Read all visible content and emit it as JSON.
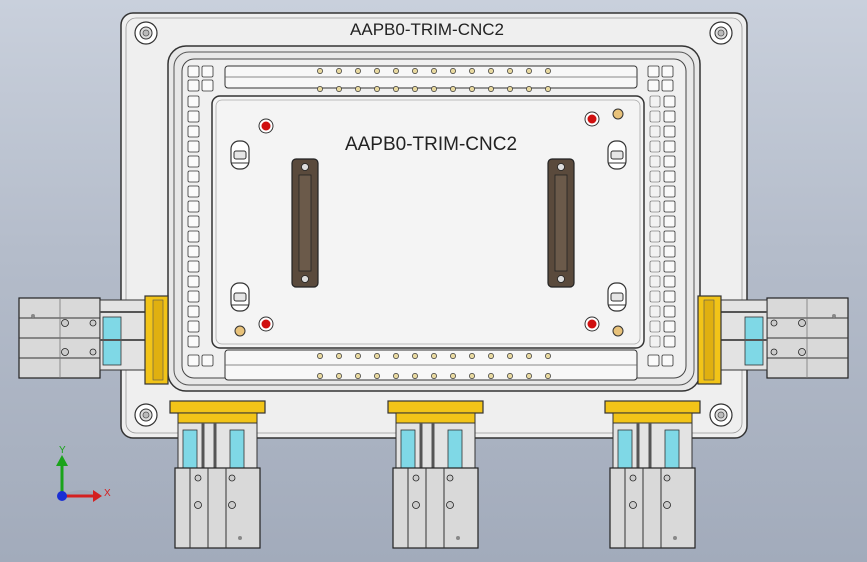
{
  "model": {
    "plate_label": "AAPB0-TRIM-CNC2",
    "base_label": "AAPB0-TRIM-CNC2"
  },
  "triad": {
    "y_label": "Y",
    "x_label": "X",
    "y_color": "#1aa31a",
    "x_color": "#d42020",
    "origin_color": "#1a2ed4"
  },
  "colors": {
    "background": "#b8c0cd",
    "base": "#efefef",
    "plate": "#f4f4f4",
    "clamp_block": "#f2c418",
    "cylinder_slot": "#7fd8e6",
    "handle": "#5a4a3c",
    "red_pin": "#d01010"
  }
}
